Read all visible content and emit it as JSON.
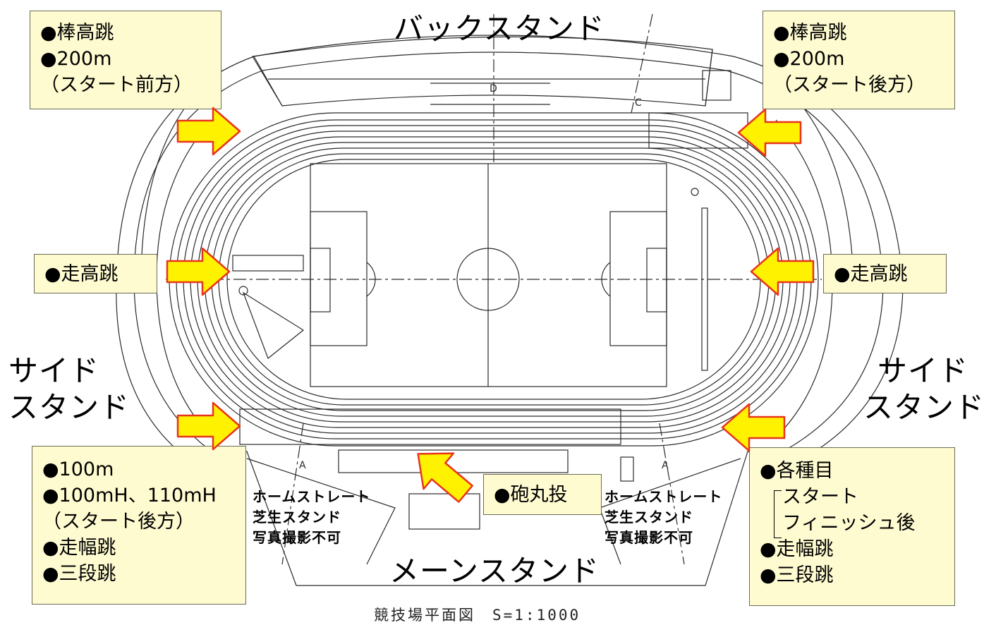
{
  "stands": {
    "back": "バックスタンド",
    "main": "メーンスタンド",
    "side_left": [
      "サイド",
      "スタンド"
    ],
    "side_right": [
      "サイド",
      "スタンド"
    ]
  },
  "notes": {
    "top_left": [
      "●棒高跳",
      "●200m",
      "（スタート前方）"
    ],
    "top_right": [
      "●棒高跳",
      "●200m",
      "（スタート後方）"
    ],
    "mid_left": "●走高跳",
    "mid_right": "●走高跳",
    "bottom_left": [
      "●100m",
      "●100mH、110mH",
      "（スタート後方）",
      "●走幅跳",
      "●三段跳"
    ],
    "shot_put": "●砲丸投",
    "bottom_right": [
      "●各種目",
      "スタート",
      "フィニッシュ後",
      "●走幅跳",
      "●三段跳"
    ]
  },
  "homestretch_notice_left": [
    "ホームストレート",
    "芝生スタンド",
    "写真撮影不可"
  ],
  "homestretch_notice_right": [
    "ホームストレート",
    "芝生スタンド",
    "写真撮影不可"
  ],
  "plan_caption": "競技場平面図　S=1:1000",
  "section_marks": [
    "D",
    "C",
    "A",
    "A"
  ],
  "colors": {
    "note_bg": "#fffbd0",
    "arrow_fill": "#fff200",
    "arrow_stroke": "#e8341c",
    "line": "#2a2a2a"
  },
  "icons": [
    "arrow-right-icon",
    "arrow-left-icon",
    "arrow-up-left-icon"
  ]
}
